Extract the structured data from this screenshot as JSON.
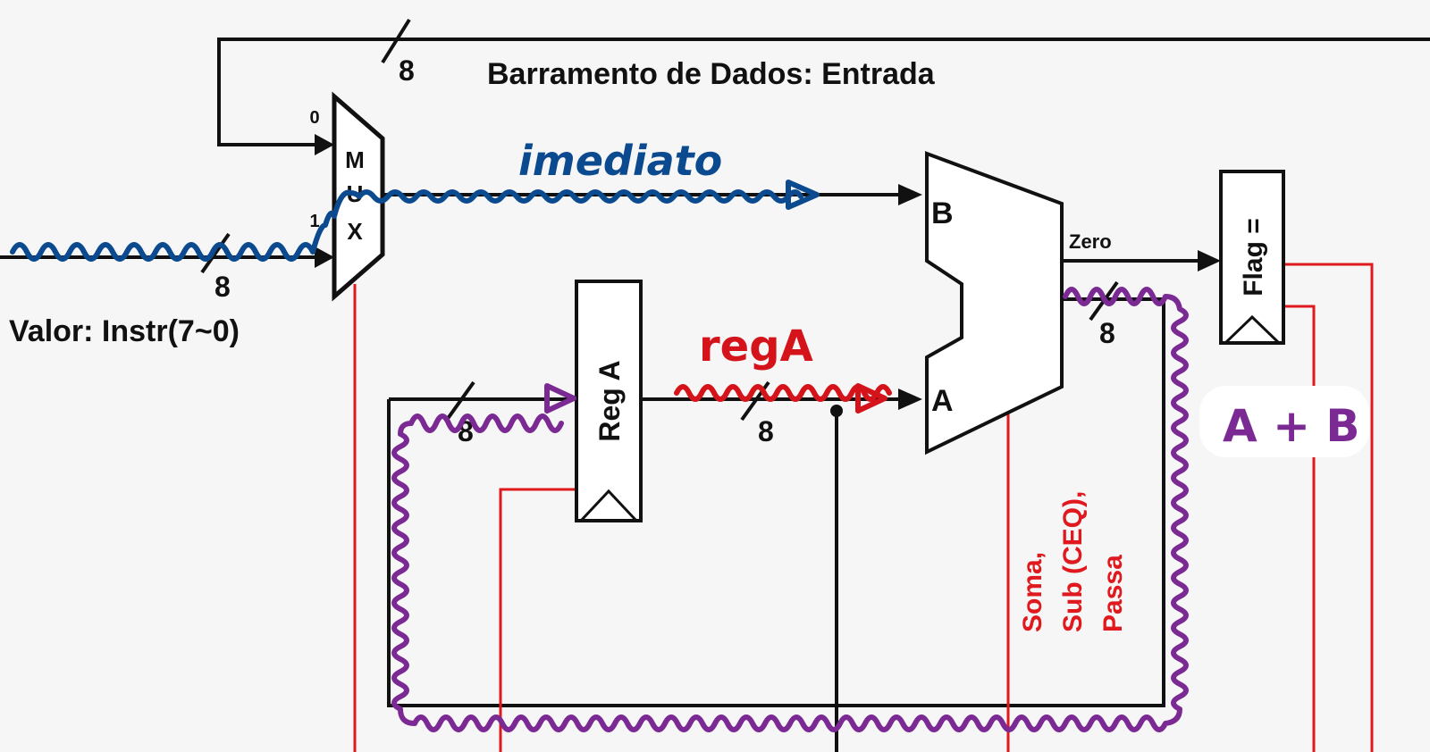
{
  "bus_title": "Barramento de Dados: Entrada",
  "bus_width_top": "8",
  "mux": {
    "letters": [
      "M",
      "U",
      "X"
    ],
    "input0": "0",
    "input1": "1"
  },
  "value_label": "Valor: Instr(7~0)",
  "value_width": "8",
  "reg_a": {
    "label": "Reg A",
    "in_width": "8",
    "out_width": "8"
  },
  "alu": {
    "input_b": "B",
    "input_a": "A",
    "zero_out": "Zero",
    "out_width": "8"
  },
  "flag": {
    "label": "Flag ="
  },
  "alu_ops": {
    "line1": "Soma,",
    "line2": "Sub (CEQ),",
    "line3": "Passa"
  },
  "annotations": {
    "imediato": "imediato",
    "rega": "regA",
    "sum": "A + B"
  },
  "colors": {
    "wire": "#111111",
    "control": "#e0191e",
    "blue_annotation": "#0b4a8f",
    "red_annotation": "#d4141a",
    "purple_annotation": "#7b2a94"
  }
}
